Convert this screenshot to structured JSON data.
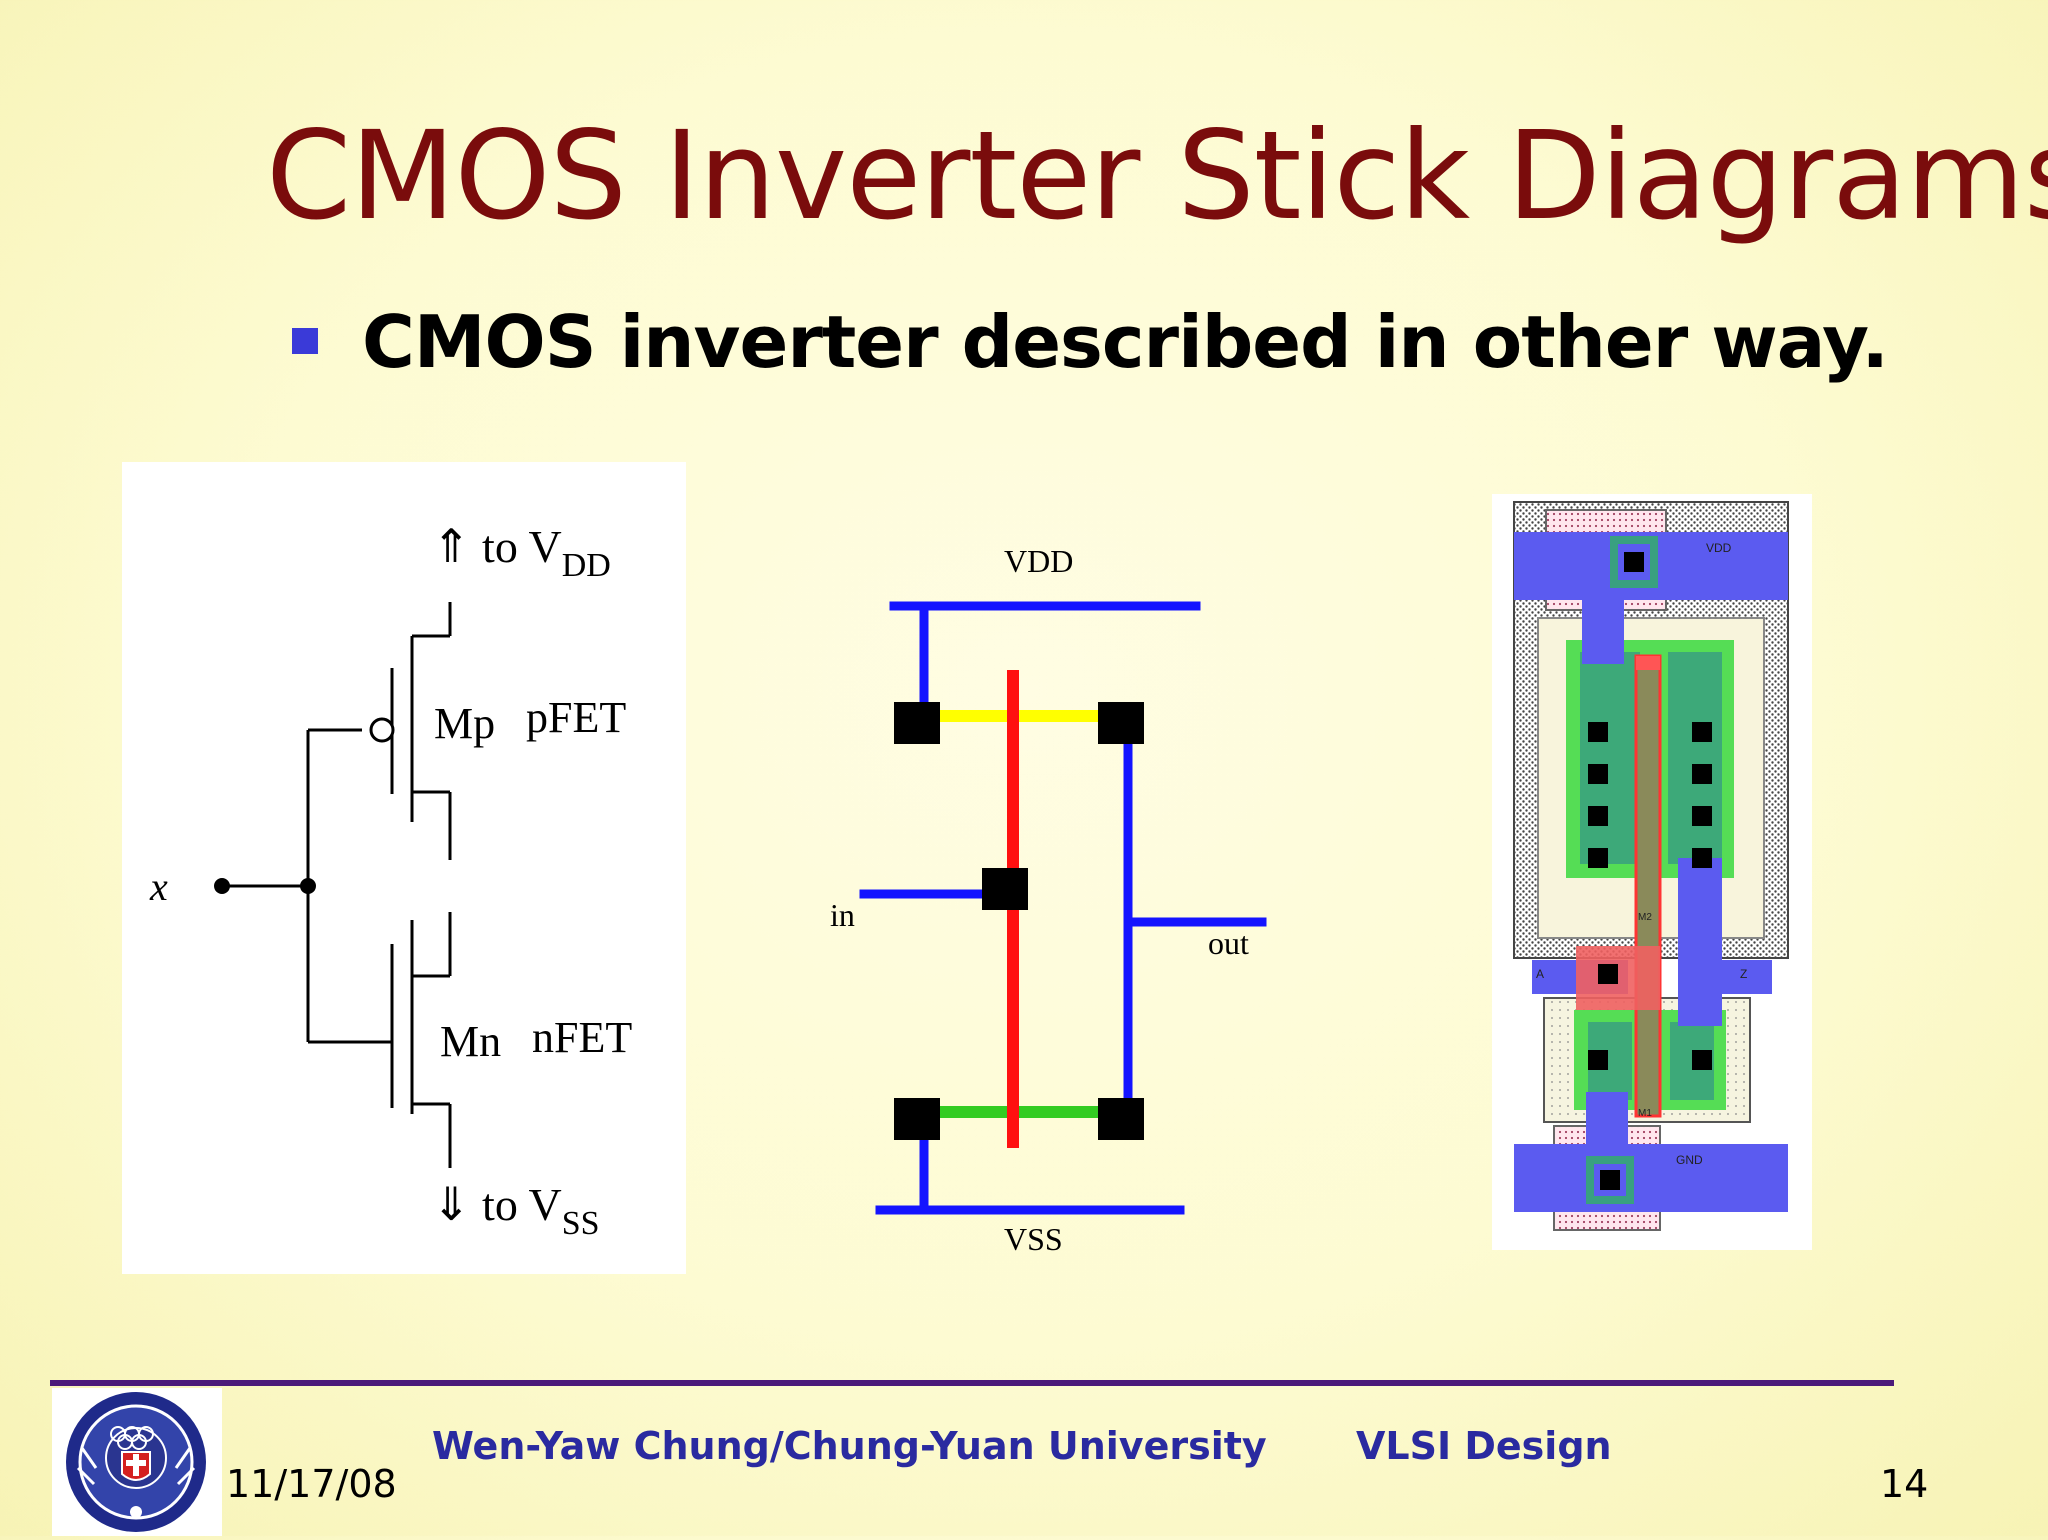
{
  "slide": {
    "title": "CMOS Inverter Stick Diagrams",
    "bullet": "CMOS inverter described in other way."
  },
  "schematic": {
    "input_label": "x",
    "to_vdd_label": "⇑ to V",
    "vdd_sub": "DD",
    "to_vss_label": "⇓ to V",
    "vss_sub": "SS",
    "pmos_name": "Mp",
    "pmos_type": "pFET",
    "nmos_name": "Mn",
    "nmos_type": "nFET"
  },
  "stick": {
    "vdd_label": "VDD",
    "vss_label": "VSS",
    "in_label": "in",
    "out_label": "out",
    "colors": {
      "metal": "#1414ff",
      "poly": "#ff1010",
      "p_diffusion": "#ffff00",
      "n_diffusion": "#33cc22",
      "contact": "#000000"
    }
  },
  "layout": {
    "label_vdd": "VDD",
    "label_gnd": "GND",
    "label_a": "A",
    "label_z": "Z",
    "label_m2": "M2",
    "label_m1": "M1"
  },
  "footer": {
    "author": "Wen-Yaw Chung/Chung-Yuan University",
    "course": "VLSI Design",
    "date": "11/17/08",
    "page": "14"
  }
}
